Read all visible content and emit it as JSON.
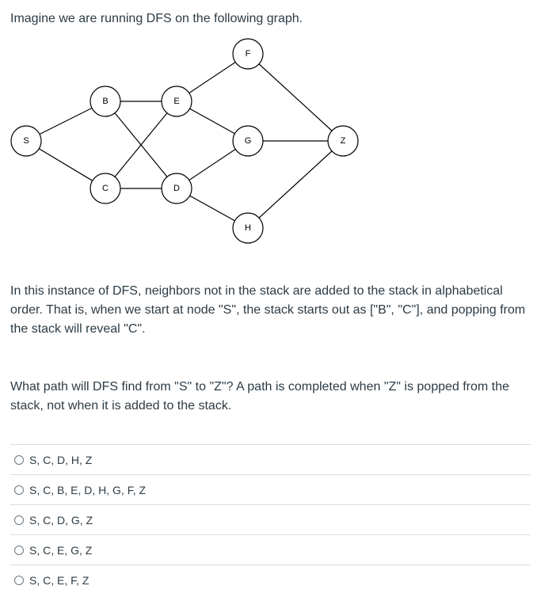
{
  "question": {
    "intro": "Imagine we are running DFS on the following graph.",
    "paragraph1": "In this instance of DFS, neighbors not in the stack are added to the stack in alphabetical order. That is, when we start at node \"S\", the stack starts out as [\"B\", \"C\"], and popping from the stack will reveal \"C\".",
    "paragraph2": "What path will DFS find from \"S\" to \"Z\"? A path is completed when \"Z\" is popped from the stack, not when it is added to the stack."
  },
  "graph": {
    "nodes": {
      "S": "S",
      "B": "B",
      "C": "C",
      "E": "E",
      "D": "D",
      "F": "F",
      "G": "G",
      "H": "H",
      "Z": "Z"
    }
  },
  "options": [
    "S, C, D, H, Z",
    "S, C, B, E, D, H, G, F, Z",
    "S, C, D, G, Z",
    "S, C, E, G, Z",
    "S, C, E, F, Z"
  ]
}
